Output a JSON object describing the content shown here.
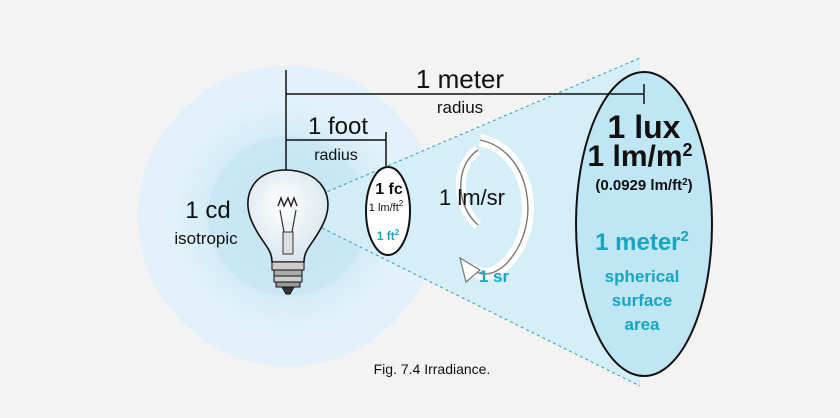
{
  "labels": {
    "meter": "1 meter",
    "meter_radius": "radius",
    "foot": "1 foot",
    "foot_radius": "radius",
    "cd": "1 cd",
    "isotropic": "isotropic",
    "fc": "1 fc",
    "fc_unit": "1 lm/ft",
    "fc_unit_exp": "2",
    "ft2": "1 ft",
    "ft2_exp": "2",
    "lmsr": "1 lm/sr",
    "sr": "1 sr",
    "lux": "1 lux",
    "lm_m2": "1 lm/m",
    "lm_m2_exp": "2",
    "conv_open": "(0.0929 lm/ft",
    "conv_exp": "2",
    "conv_close": ")",
    "meter2": "1 meter",
    "meter2_exp": "2",
    "spherical": "spherical",
    "surface": "surface",
    "area": "area"
  },
  "caption": "Fig. 7.4  Irradiance.",
  "colors": {
    "background": "#f3f3f3",
    "outer_glow": "#dff1fa",
    "mid_glow": "#cfe9f6",
    "inner_glow": "#bfe3f3",
    "cone": "#d6eef8",
    "ellipse_fill": "#bfe6f5",
    "accent_text": "#18a5c4",
    "dark_text": "#111111"
  }
}
